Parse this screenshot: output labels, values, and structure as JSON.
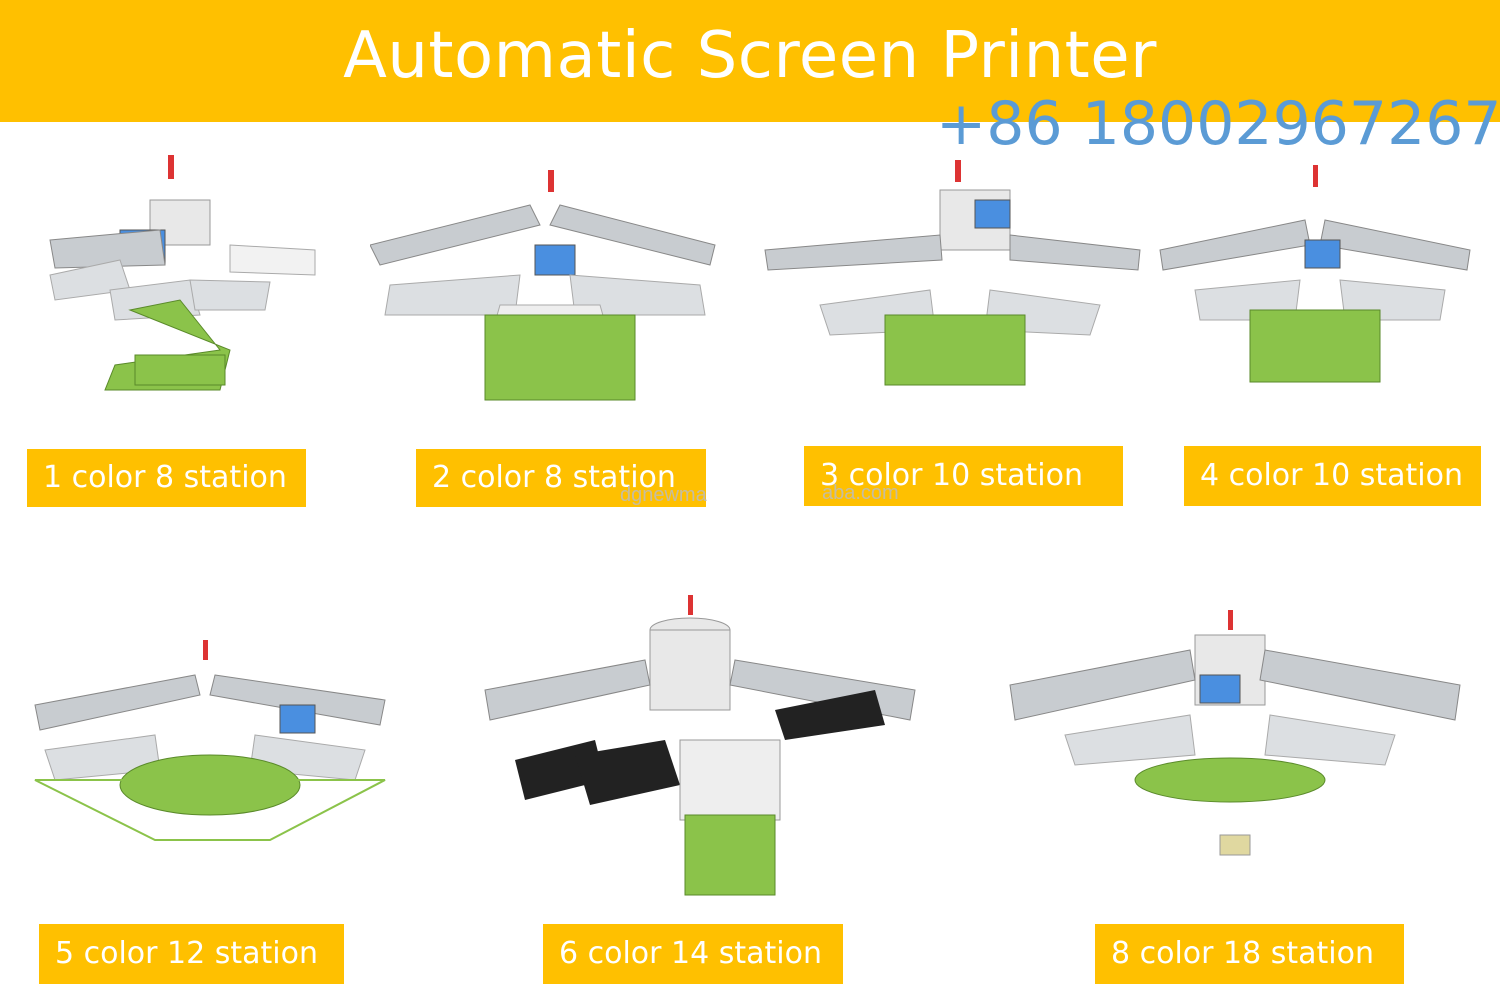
{
  "header": {
    "title": "Automatic Screen Printer",
    "phone": "+86 18002967267"
  },
  "watermark": {
    "left": "dgnewma",
    "right": "aba.com"
  },
  "products": [
    {
      "label": "1 color 8 station"
    },
    {
      "label": "2 color 8 station"
    },
    {
      "label": "3 color 10 station"
    },
    {
      "label": "4 color 10 station"
    },
    {
      "label": "5 color 12 station"
    },
    {
      "label": "6 color 14 station"
    },
    {
      "label": "8 color 18 station"
    }
  ],
  "colors": {
    "banner": "#FFC000",
    "phone": "#5B9BD5",
    "machine_base": "#8BC34A",
    "machine_metal": "#C8CCD0"
  }
}
